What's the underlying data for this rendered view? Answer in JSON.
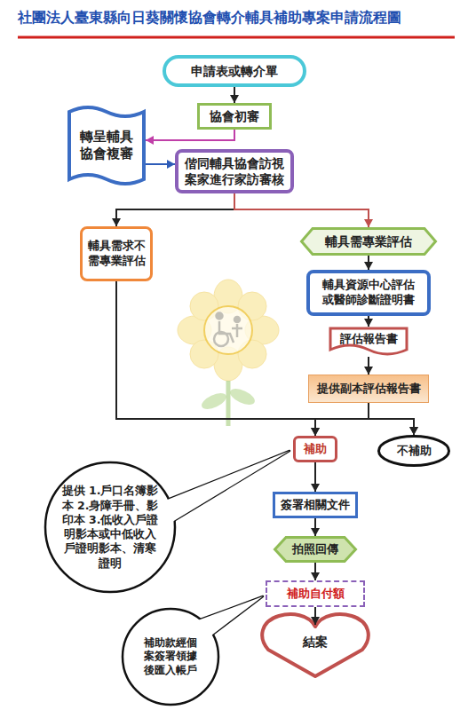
{
  "diagram": {
    "title": "社團法人臺東縣向日葵關懷協會轉介輔具補助專案申請流程圖",
    "nodes": [
      {
        "text": [
          "申請表或轉介單"
        ]
      },
      {
        "text": [
          "協會初審"
        ]
      },
      {
        "text": [
          "轉呈輔具 協會複審"
        ]
      },
      {
        "text": [
          "偕同輔具協會訪視案家進行家訪審核"
        ]
      },
      {
        "text": [
          "輔具需求不需專業評估"
        ]
      },
      {
        "text": [
          "輔具需專業評估"
        ]
      },
      {
        "text": [
          "輔具資源中心評估或醫師診斷證明書"
        ]
      },
      {
        "text": [
          "評估報告書"
        ]
      },
      {
        "text": [
          "提供副本評估報告書"
        ]
      },
      {
        "text": [
          "補助"
        ]
      },
      {
        "text": [
          "不補助"
        ]
      },
      {
        "text": [
          "簽署相關文件"
        ]
      },
      {
        "text": [
          "拍照回傳"
        ]
      },
      {
        "text": [
          "補助自付額"
        ]
      },
      {
        "text": [
          "結案"
        ]
      },
      {
        "text": [
          "提供 1.戶口名簿影本 2.身障手冊、影印本 3.低收入戶證明影本或中低收入戶證明影本、清寒證明"
        ]
      },
      {
        "text": [
          "補助款經個案簽署領據後匯入帳戶"
        ]
      }
    ],
    "edges": [
      {
        "from": 0,
        "to": 1,
        "arrow": "to"
      },
      {
        "from": 1,
        "to": 2,
        "arrow": "to"
      },
      {
        "from": 2,
        "to": 3,
        "arrow": "to"
      },
      {
        "from": 3,
        "to": 4,
        "arrow": "to"
      },
      {
        "from": 3,
        "to": 5,
        "arrow": "to"
      },
      {
        "from": 5,
        "to": 6,
        "arrow": "to"
      },
      {
        "from": 6,
        "to": 7,
        "arrow": "to"
      },
      {
        "from": 7,
        "to": 8,
        "arrow": "to"
      },
      {
        "from": 8,
        "to": 9,
        "arrow": "to"
      },
      {
        "from": 8,
        "to": 10,
        "arrow": "to"
      },
      {
        "from": 4,
        "to": 9,
        "arrow": "to"
      },
      {
        "from": 4,
        "to": 10,
        "arrow": "to"
      },
      {
        "from": 9,
        "to": 11,
        "arrow": "to"
      },
      {
        "from": 11,
        "to": 12,
        "arrow": "to"
      },
      {
        "from": 12,
        "to": 13,
        "arrow": "to"
      },
      {
        "from": 13,
        "to": 14,
        "arrow": "to"
      }
    ]
  }
}
